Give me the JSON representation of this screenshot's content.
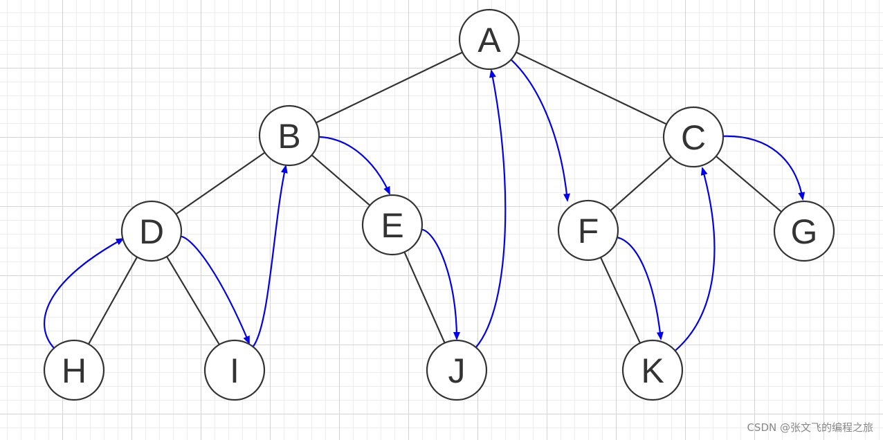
{
  "diagram": {
    "nodes": [
      {
        "id": "A",
        "label": "A"
      },
      {
        "id": "B",
        "label": "B"
      },
      {
        "id": "C",
        "label": "C"
      },
      {
        "id": "D",
        "label": "D"
      },
      {
        "id": "E",
        "label": "E"
      },
      {
        "id": "F",
        "label": "F"
      },
      {
        "id": "G",
        "label": "G"
      },
      {
        "id": "H",
        "label": "H"
      },
      {
        "id": "I",
        "label": "I"
      },
      {
        "id": "J",
        "label": "J"
      },
      {
        "id": "K",
        "label": "K"
      }
    ],
    "tree_edges": [
      {
        "from": "A",
        "to": "B"
      },
      {
        "from": "A",
        "to": "C"
      },
      {
        "from": "B",
        "to": "D"
      },
      {
        "from": "B",
        "to": "E"
      },
      {
        "from": "C",
        "to": "F"
      },
      {
        "from": "C",
        "to": "G"
      },
      {
        "from": "D",
        "to": "H"
      },
      {
        "from": "D",
        "to": "I"
      },
      {
        "from": "E",
        "to": "J"
      },
      {
        "from": "F",
        "to": "K"
      }
    ],
    "traversal_arrows": [
      {
        "from": "H",
        "to": "D"
      },
      {
        "from": "D",
        "to": "I"
      },
      {
        "from": "I",
        "to": "B"
      },
      {
        "from": "B",
        "to": "E"
      },
      {
        "from": "E",
        "to": "J"
      },
      {
        "from": "J",
        "to": "A"
      },
      {
        "from": "A",
        "to": "F"
      },
      {
        "from": "F",
        "to": "K"
      },
      {
        "from": "K",
        "to": "C"
      },
      {
        "from": "C",
        "to": "G"
      }
    ],
    "colors": {
      "tree_edge": "#333333",
      "traversal_arrow": "#0000ee",
      "node_stroke": "#333333"
    }
  },
  "watermark": "CSDN @张文飞的编程之旅"
}
